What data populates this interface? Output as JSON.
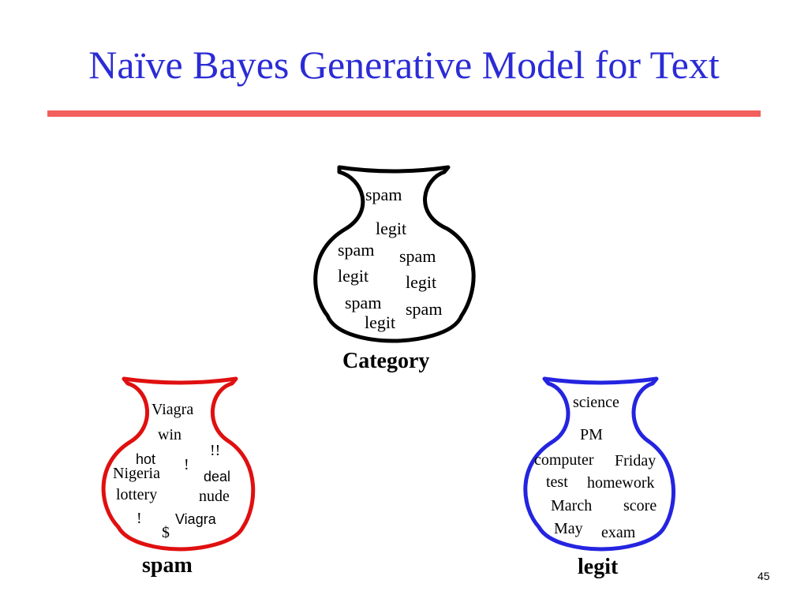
{
  "title": "Naïve Bayes Generative Model for Text",
  "slide_number": "45",
  "colors": {
    "title": "#2b2bd6",
    "rule": "#f25f5c",
    "category_jar": "#000000",
    "spam_jar": "#e01010",
    "legit_jar": "#2424e0"
  },
  "category_jar": {
    "label": "Category",
    "words": [
      "spam",
      "legit",
      "spam",
      "spam",
      "legit",
      "legit",
      "spam",
      "spam",
      "legit"
    ]
  },
  "spam_jar": {
    "label": "spam",
    "words": [
      "Viagra",
      "win",
      "!!",
      "hot",
      "!",
      "Nigeria",
      "deal",
      "lottery",
      "nude",
      "!",
      "Viagra",
      "$"
    ]
  },
  "legit_jar": {
    "label": "legit",
    "words": [
      "science",
      "PM",
      "computer",
      "Friday",
      "test",
      "homework",
      "March",
      "score",
      "May",
      "exam"
    ]
  }
}
